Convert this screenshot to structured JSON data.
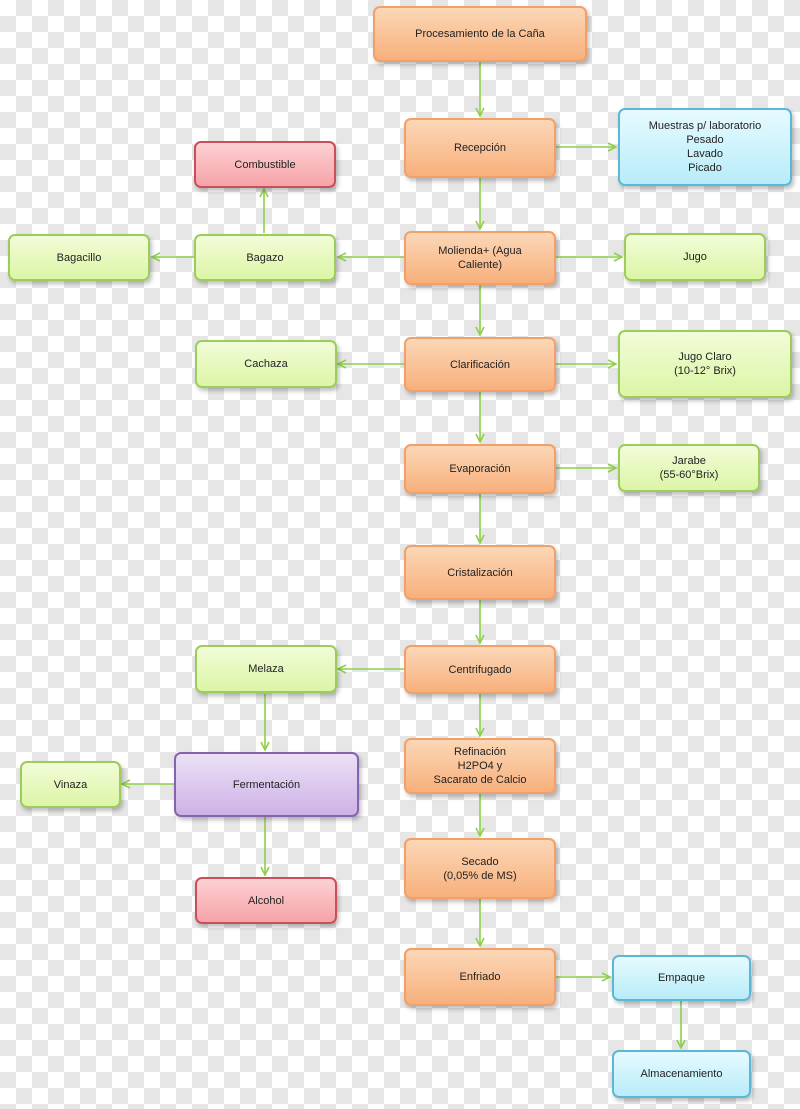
{
  "nodes": {
    "procesamiento": "Procesamiento de la Caña",
    "recepcion": "Recepción",
    "muestras": "Muestras p/ laboratorio\nPesado\nLavado\nPicado",
    "combustible": "Combustible",
    "bagacillo": "Bagacillo",
    "bagazo": "Bagazo",
    "molienda": "Molienda+ (Agua\nCaliente)",
    "jugo": "Jugo",
    "cachaza": "Cachaza",
    "clarificacion": "Clarificación",
    "jugo_claro": "Jugo Claro\n(10-12° Brix)",
    "evaporacion": "Evaporación",
    "jarabe": "Jarabe\n(55-60°Brix)",
    "cristalizacion": "Cristalización",
    "melaza": "Melaza",
    "centrifugado": "Centrifugado",
    "vinaza": "Vinaza",
    "fermentacion": "Fermentación",
    "refinacion": "Refinación\nH2PO4 y\nSacarato de Calcio",
    "alcohol": "Alcohol",
    "secado": "Secado\n(0,05% de MS)",
    "enfriado": "Enfriado",
    "empaque": "Empaque",
    "almacenamiento": "Almacenamiento"
  },
  "colors": {
    "arrow": "#8fcf4a"
  }
}
